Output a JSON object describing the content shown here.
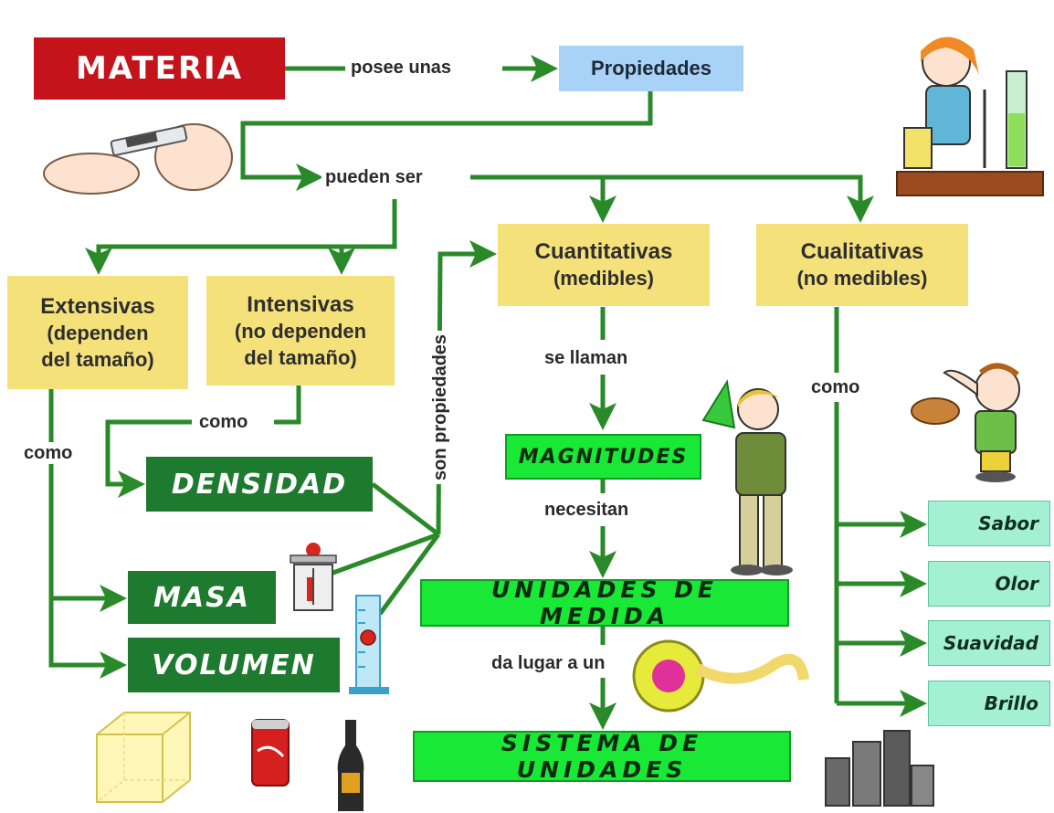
{
  "nodes": {
    "materia": "MATERIA",
    "propiedades": "Propiedades",
    "extensivas": [
      "Extensivas",
      "(dependen",
      "del tamaño)"
    ],
    "intensivas": [
      "Intensivas",
      "(no dependen",
      "del tamaño)"
    ],
    "cuantitativas": [
      "Cuantitativas",
      "(medibles)"
    ],
    "cualitativas": [
      "Cualitativas",
      "(no medibles)"
    ],
    "densidad": "DENSIDAD",
    "masa": "MASA",
    "volumen": "VOLUMEN",
    "magnitudes": "MAGNITUDES",
    "unidades_medida": "UNIDADES DE MEDIDA",
    "sistema_unidades": "SISTEMA DE UNIDADES",
    "sabor": "Sabor",
    "olor": "Olor",
    "suavidad": "Suavidad",
    "brillo": "Brillo"
  },
  "labels": {
    "posee_unas": "posee unas",
    "pueden_ser": "pueden ser",
    "como_intensivas": "como",
    "como_extensivas": "como",
    "son_propiedades": "son propiedades",
    "se_llaman": "se llaman",
    "necesitan": "necesitan",
    "da_lugar_a_un": "da lugar a un",
    "como_cualitativas": "como"
  },
  "colors": {
    "materia_box": "#c4131b",
    "propiedades_box": "#a8d2f6",
    "category_box": "#f5e17a",
    "property_box": "#1e7a2e",
    "measure_box": "#19e836",
    "quality_box": "#a4f0d4",
    "connector": "#2a8a2a"
  }
}
